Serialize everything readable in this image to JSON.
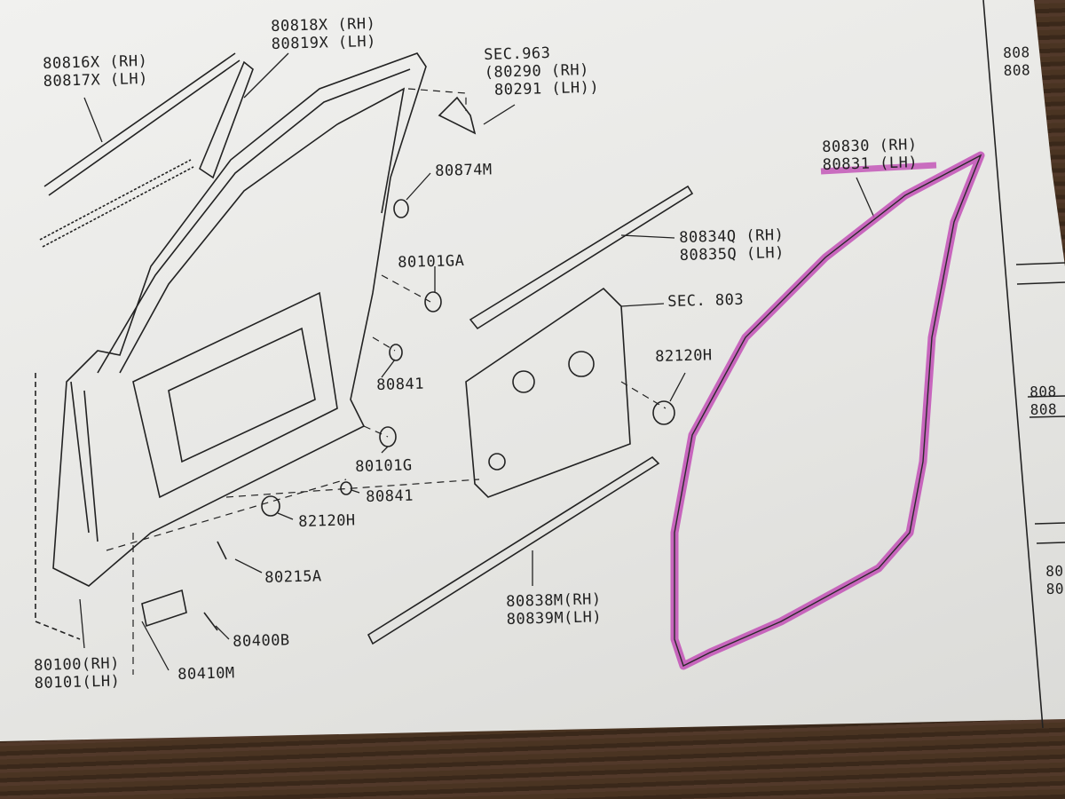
{
  "diagram": {
    "colors": {
      "highlight": "#c24fb6",
      "ink": "#1f1f1f",
      "paper": "#ebebe8",
      "table": "#3b2a1c"
    },
    "labels": [
      {
        "id": "window-outer-moulding",
        "lines": [
          "80816X (RH)",
          "80817X (LH)"
        ]
      },
      {
        "id": "sash-garnish",
        "lines": [
          "80818X (RH)",
          "80819X (LH)"
        ]
      },
      {
        "id": "sec-963",
        "lines": [
          "SEC.963",
          "(80290 (RH)",
          " 80291 (LH))"
        ]
      },
      {
        "id": "clip-80874m",
        "lines": [
          "80874M"
        ]
      },
      {
        "id": "weatherstrip",
        "lines": [
          "80830 (RH)",
          "80831 (LH)"
        ]
      },
      {
        "id": "inner-seal",
        "lines": [
          "80834Q (RH)",
          "80835Q (LH)"
        ]
      },
      {
        "id": "plug-80101ga",
        "lines": [
          "80101GA"
        ]
      },
      {
        "id": "sec-803",
        "lines": [
          "SEC. 803"
        ]
      },
      {
        "id": "plug-82120h-right",
        "lines": [
          "82120H"
        ]
      },
      {
        "id": "plug-80841-upper",
        "lines": [
          "80841"
        ]
      },
      {
        "id": "plug-80101g",
        "lines": [
          "80101G"
        ]
      },
      {
        "id": "plug-80841-lower",
        "lines": [
          "80841"
        ]
      },
      {
        "id": "plug-82120h-left",
        "lines": [
          "82120H"
        ]
      },
      {
        "id": "bolt-80215a",
        "lines": [
          "80215A"
        ]
      },
      {
        "id": "lower-seal",
        "lines": [
          "80838M(RH)",
          "80839M(LH)"
        ]
      },
      {
        "id": "bolt-80400b",
        "lines": [
          "80400B"
        ]
      },
      {
        "id": "door-panel",
        "lines": [
          "80100(RH)",
          "80101(LH)"
        ]
      },
      {
        "id": "check-link",
        "lines": [
          "80410M"
        ]
      }
    ],
    "side_column": [
      "808",
      "808",
      "808",
      "808",
      "80",
      "80"
    ]
  }
}
